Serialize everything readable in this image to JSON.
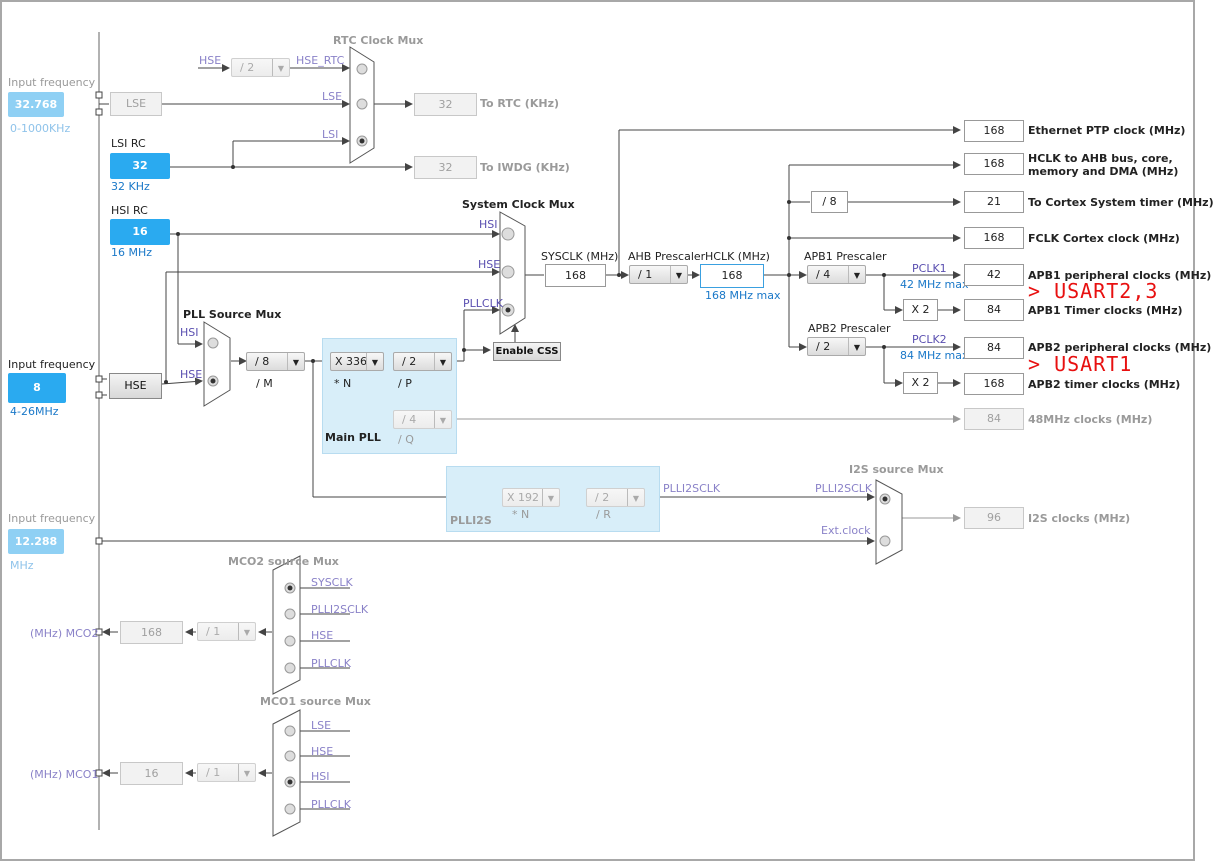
{
  "left": {
    "lse_in": {
      "title": "Input frequency",
      "value": "32.768",
      "range": "0-1000KHz"
    },
    "lsi": {
      "title": "LSI RC",
      "value": "32",
      "unit": "32 KHz"
    },
    "hsi": {
      "title": "HSI RC",
      "value": "16",
      "unit": "16 MHz"
    },
    "hse_in": {
      "title": "Input frequency",
      "value": "8",
      "range": "4-26MHz"
    },
    "ext_in": {
      "title": "Input frequency",
      "value": "12.288",
      "unit": "MHz"
    },
    "lse_btn": "LSE",
    "hse_btn": "HSE",
    "mco2_label": "(MHz) MCO2",
    "mco1_label": "(MHz) MCO1"
  },
  "rtc": {
    "title": "RTC Clock Mux",
    "hse_lbl": "HSE",
    "div": "/ 2",
    "hse_rtc": "HSE_RTC",
    "lse": "LSE",
    "lsi": "LSI",
    "rtc_val": "32",
    "rtc_lbl": "To RTC (KHz)",
    "iwdg_val": "32",
    "iwdg_lbl": "To IWDG (KHz)"
  },
  "pll": {
    "src_title": "PLL Source Mux",
    "hsi": "HSI",
    "hse": "HSE",
    "m_div": "/ 8",
    "m_lbl": "/ M",
    "n_mul": "X 336",
    "n_lbl": "* N",
    "p_div": "/ 2",
    "p_lbl": "/ P",
    "q_div": "/ 4",
    "q_lbl": "/ Q",
    "main_lbl": "Main PLL"
  },
  "sys": {
    "title": "System Clock Mux",
    "hsi": "HSI",
    "hse": "HSE",
    "pllclk": "PLLCLK",
    "css": "Enable CSS",
    "sysclk_lbl": "SYSCLK (MHz)",
    "sysclk": "168",
    "ahb_lbl": "AHB Prescaler",
    "ahb": "/ 1",
    "hclk_lbl": "HCLK (MHz)",
    "hclk": "168",
    "hclk_max": "168 MHz max"
  },
  "apb": {
    "apb1_lbl": "APB1 Prescaler",
    "apb1": "/ 4",
    "pclk1": "PCLK1",
    "pclk1_max": "42 MHz max",
    "x2a": "X 2",
    "apb2_lbl": "APB2 Prescaler",
    "apb2": "/ 2",
    "pclk2": "PCLK2",
    "pclk2_max": "84 MHz max",
    "x2b": "X 2",
    "div8": "/ 8"
  },
  "outputs": [
    {
      "value": "168",
      "label": "Ethernet PTP clock (MHz)"
    },
    {
      "value": "168",
      "label": "HCLK to AHB bus, core,",
      "label2": "memory and DMA (MHz)"
    },
    {
      "value": "21",
      "label": "To Cortex System timer (MHz)"
    },
    {
      "value": "168",
      "label": "FCLK Cortex clock (MHz)"
    },
    {
      "value": "42",
      "label": "APB1 peripheral clocks (MHz)"
    },
    {
      "value": "84",
      "label": "APB1 Timer clocks (MHz)"
    },
    {
      "value": "84",
      "label": "APB2 peripheral clocks (MHz)"
    },
    {
      "value": "168",
      "label": "APB2 timer clocks (MHz)"
    },
    {
      "value": "84",
      "label": "48MHz clocks (MHz)"
    },
    {
      "value": "96",
      "label": "I2S clocks (MHz)"
    }
  ],
  "annot": {
    "usart23": "> USART2,3",
    "usart1": "> USART1"
  },
  "i2s": {
    "plli2s_lbl": "PLLI2S",
    "n_mul": "X 192",
    "n_lbl": "* N",
    "r_div": "/ 2",
    "r_lbl": "/ R",
    "plli2sclk": "PLLI2SCLK",
    "mux_title": "I2S source Mux",
    "mux_in1": "PLLI2SCLK",
    "mux_in2": "Ext.clock"
  },
  "mco2": {
    "title": "MCO2 source Mux",
    "inputs": [
      "SYSCLK",
      "PLLI2SCLK",
      "HSE",
      "PLLCLK"
    ],
    "div": "/ 1",
    "val": "168"
  },
  "mco1": {
    "title": "MCO1 source Mux",
    "inputs": [
      "LSE",
      "HSE",
      "HSI",
      "PLLCLK"
    ],
    "div": "/ 1",
    "val": "16"
  },
  "colors": {
    "accent": "#2aaaf0",
    "red": "#e81010",
    "pll_bg": "#d8eef9"
  }
}
